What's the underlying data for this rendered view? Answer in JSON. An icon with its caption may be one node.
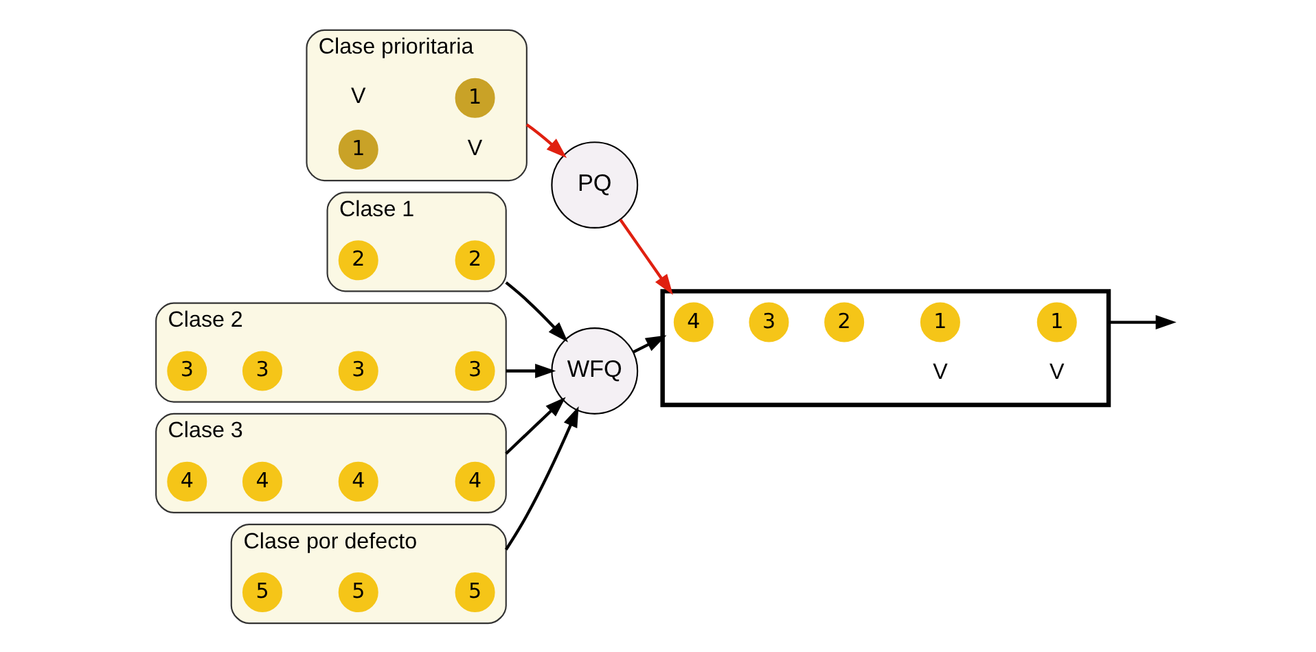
{
  "diagram": {
    "nodes": [
      {
        "text": [
          "Clase prioritaria"
        ]
      },
      {
        "text": [
          "1"
        ],
        "in": 0,
        "beside": [
          "V"
        ]
      },
      {
        "text": [
          "1"
        ],
        "in": 0,
        "beside": [
          "V"
        ]
      },
      {
        "text": [
          "Clase 1"
        ]
      },
      {
        "text": [
          "2"
        ],
        "in": 3
      },
      {
        "text": [
          "2"
        ],
        "in": 3
      },
      {
        "text": [
          "Clase 2"
        ]
      },
      {
        "text": [
          "3"
        ],
        "in": 6
      },
      {
        "text": [
          "3"
        ],
        "in": 6
      },
      {
        "text": [
          "3"
        ],
        "in": 6
      },
      {
        "text": [
          "3"
        ],
        "in": 6
      },
      {
        "text": [
          "Clase 3"
        ]
      },
      {
        "text": [
          "4"
        ],
        "in": 11
      },
      {
        "text": [
          "4"
        ],
        "in": 11
      },
      {
        "text": [
          "4"
        ],
        "in": 11
      },
      {
        "text": [
          "4"
        ],
        "in": 11
      },
      {
        "text": [
          "Clase por defecto"
        ]
      },
      {
        "text": [
          "5"
        ],
        "in": 16
      },
      {
        "text": [
          "5"
        ],
        "in": 16
      },
      {
        "text": [
          "5"
        ],
        "in": 16
      },
      {
        "text": [
          "PQ"
        ]
      },
      {
        "text": [
          "WFQ"
        ]
      },
      {
        "text": [],
        "shape": "bar"
      },
      {
        "text": [
          "4"
        ],
        "in": 22
      },
      {
        "text": [
          "3"
        ],
        "in": 22
      },
      {
        "text": [
          "2"
        ],
        "in": 22
      },
      {
        "text": [
          "1"
        ],
        "in": 22,
        "beside": [
          "V"
        ]
      },
      {
        "text": [
          "1"
        ],
        "in": 22,
        "beside": [
          "V"
        ]
      }
    ],
    "edges": [
      {
        "from": 0,
        "to": 20,
        "arrow": "to",
        "color": "#e02010"
      },
      {
        "from": 3,
        "to": 21,
        "arrow": "to"
      },
      {
        "from": 6,
        "to": 21,
        "arrow": "to"
      },
      {
        "from": 11,
        "to": 21,
        "arrow": "to"
      },
      {
        "from": 16,
        "to": 21,
        "arrow": "to"
      },
      {
        "from": 20,
        "to": 22,
        "arrow": "to",
        "color": "#e02010"
      },
      {
        "from": 21,
        "to": 22,
        "arrow": "to"
      },
      {
        "from": 22,
        "to": null,
        "arrow": "to"
      }
    ]
  }
}
